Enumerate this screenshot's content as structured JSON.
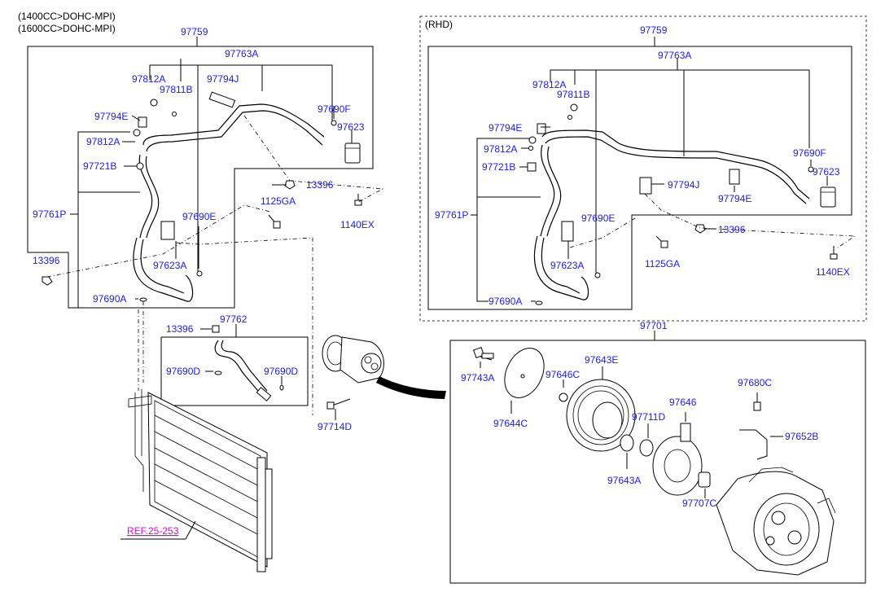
{
  "headers": {
    "engine_line1": "(1400CC>DOHC-MPI)",
    "engine_line2": "(1600CC>DOHC-MPI)",
    "rhd": "(RHD)"
  },
  "reference": "REF.25-253",
  "labels": {
    "l_97759": "97759",
    "l_97763A": "97763A",
    "l_97812A_top": "97812A",
    "l_97794J": "97794J",
    "l_97811B": "97811B",
    "l_97690F": "97690F",
    "l_97794E": "97794E",
    "l_97623": "97623",
    "l_97812A_mid": "97812A",
    "l_97721B": "97721B",
    "l_13396_a": "13396",
    "l_1125GA": "1125GA",
    "l_97761P": "97761P",
    "l_97690E": "97690E",
    "l_1140EX": "1140EX",
    "l_13396_b": "13396",
    "l_97623A": "97623A",
    "l_97690A": "97690A",
    "l_97762": "97762",
    "l_13396_c": "13396",
    "l_97690D_l": "97690D",
    "l_97690D_r": "97690D",
    "l_97714D": "97714D",
    "r_97759": "97759",
    "r_97763A": "97763A",
    "r_97812A_top": "97812A",
    "r_97811B": "97811B",
    "r_97794E_l": "97794E",
    "r_97812A_mid": "97812A",
    "r_97690F": "97690F",
    "r_97721B": "97721B",
    "r_97794J": "97794J",
    "r_97623": "97623",
    "r_97794E_r": "97794E",
    "r_97761P": "97761P",
    "r_97690E": "97690E",
    "r_13396": "13396",
    "r_1125GA": "1125GA",
    "r_97623A": "97623A",
    "r_1140EX": "1140EX",
    "r_97690A": "97690A",
    "c_97701": "97701",
    "c_97643E": "97643E",
    "c_97743A": "97743A",
    "c_97646C": "97646C",
    "c_97644C": "97644C",
    "c_97680C": "97680C",
    "c_97646": "97646",
    "c_97711D": "97711D",
    "c_97652B": "97652B",
    "c_97643A": "97643A",
    "c_97707C": "97707C"
  }
}
